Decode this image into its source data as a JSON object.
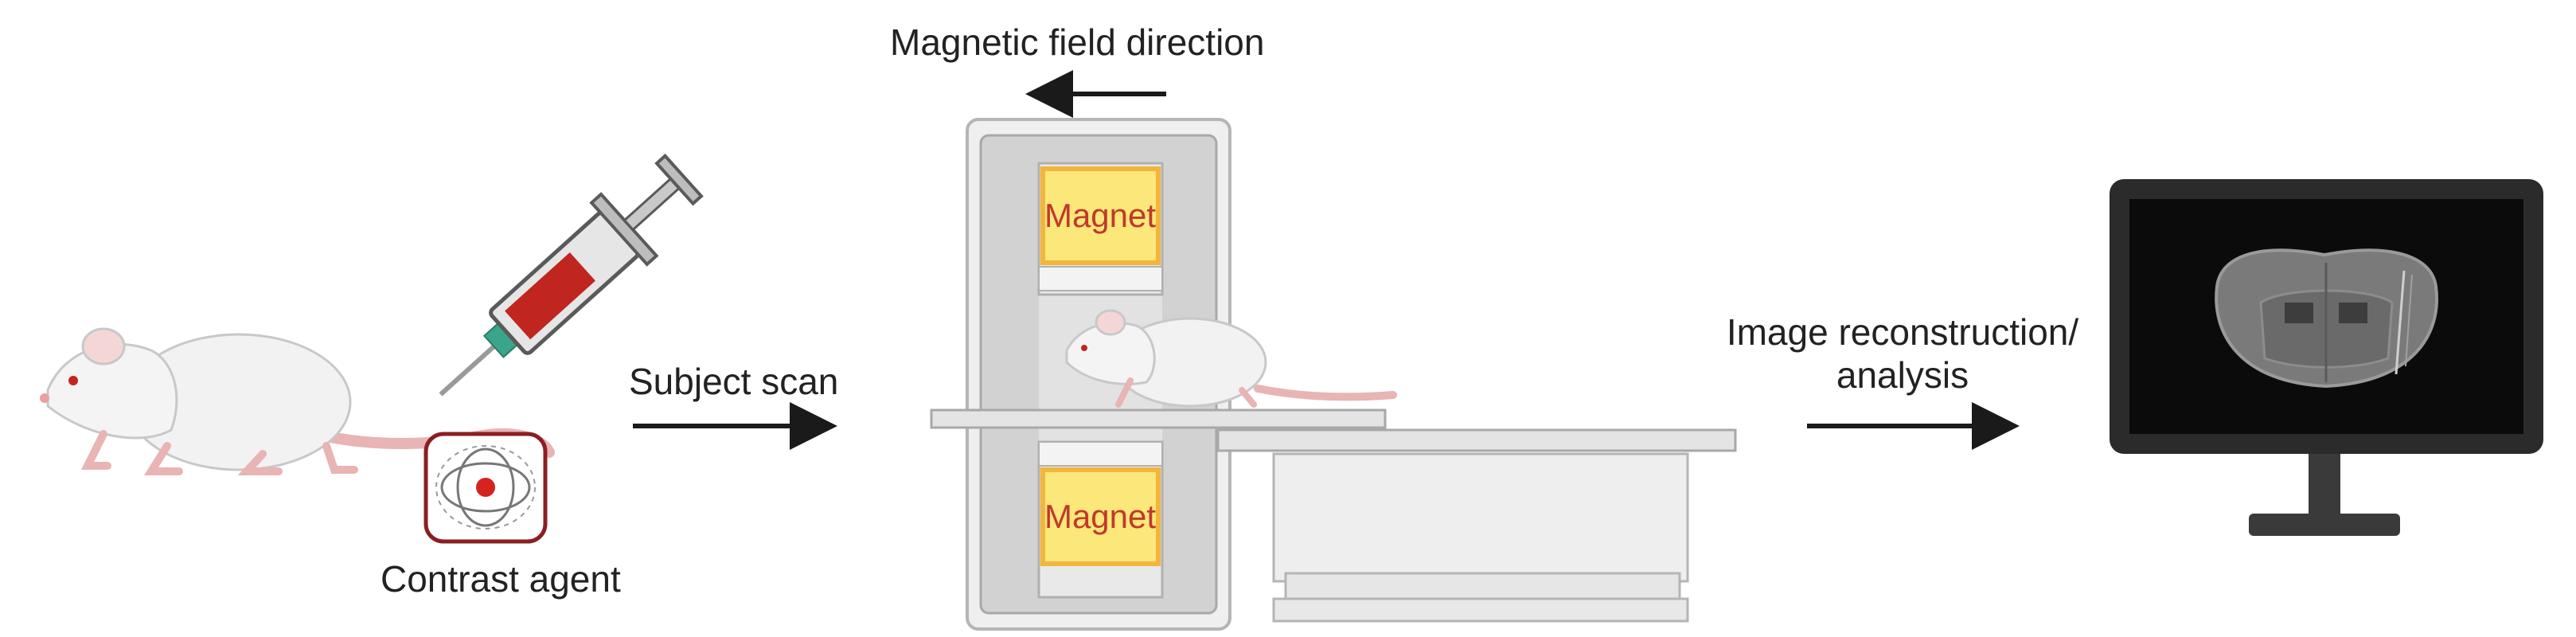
{
  "labels": {
    "contrast_agent": "Contrast agent",
    "subject_scan": "Subject scan",
    "magnetic_field_direction": "Magnetic field direction",
    "magnet_top": "Magnet",
    "magnet_bottom": "Magnet",
    "image_reconstruction_line1": "Image reconstruction/",
    "image_reconstruction_line2": "analysis"
  },
  "colors": {
    "magnet_fill": "#fbe77a",
    "magnet_border": "#f2b63c",
    "magnet_text": "#c0392b",
    "syringe_liquid": "#c0261f",
    "contrast_ring": "#8a1f22",
    "scanner_body": "#d2d2d2",
    "monitor_bezel": "#2b2b2b",
    "screen_bg": "#0b0b0b",
    "arrow": "#1a1a1a"
  },
  "icons": {
    "rat": "rat-icon",
    "syringe": "syringe-icon",
    "contrast": "magnetic-particle-icon",
    "scanner": "mri-scanner-icon",
    "monitor": "monitor-icon",
    "brain": "brain-slice-icon"
  }
}
